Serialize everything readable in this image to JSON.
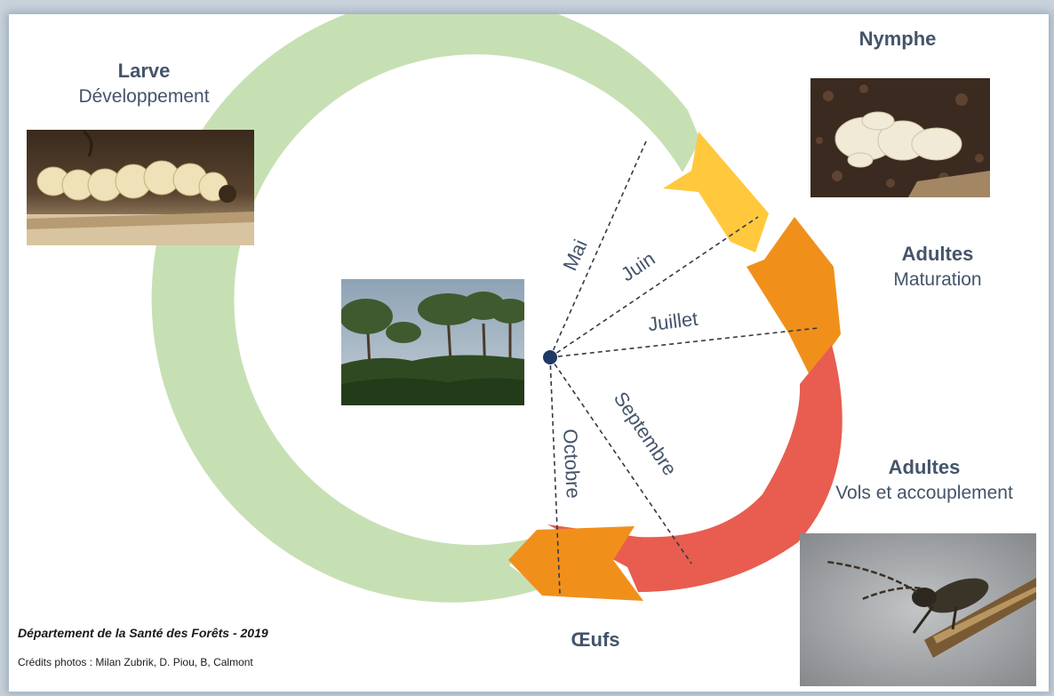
{
  "stages": {
    "larve": {
      "title": "Larve",
      "subtitle": "Développement"
    },
    "nymphe": {
      "title": "Nymphe"
    },
    "adultes_maturation": {
      "title": "Adultes",
      "subtitle": "Maturation"
    },
    "adultes_vols": {
      "title": "Adultes",
      "subtitle": "Vols et accouplement"
    },
    "oeufs": {
      "title": "Œufs"
    }
  },
  "months": [
    "Mai",
    "Juin",
    "Juillet",
    "Septembre",
    "Octobre"
  ],
  "footer": {
    "department": "Département de la Santé des Forêts - 2019",
    "credits": "Crédits photos : Milan Zubrik, D. Piou, B, Calmont"
  },
  "colors": {
    "larve_arc": "#c6e0b4",
    "nymphe_arrow": "#ffc83d",
    "maturation_arrow": "#f0901b",
    "vols_arrow": "#e85d50",
    "oeufs_arrow": "#f0901b",
    "text": "#44546a",
    "center_dot": "#1f3864"
  }
}
